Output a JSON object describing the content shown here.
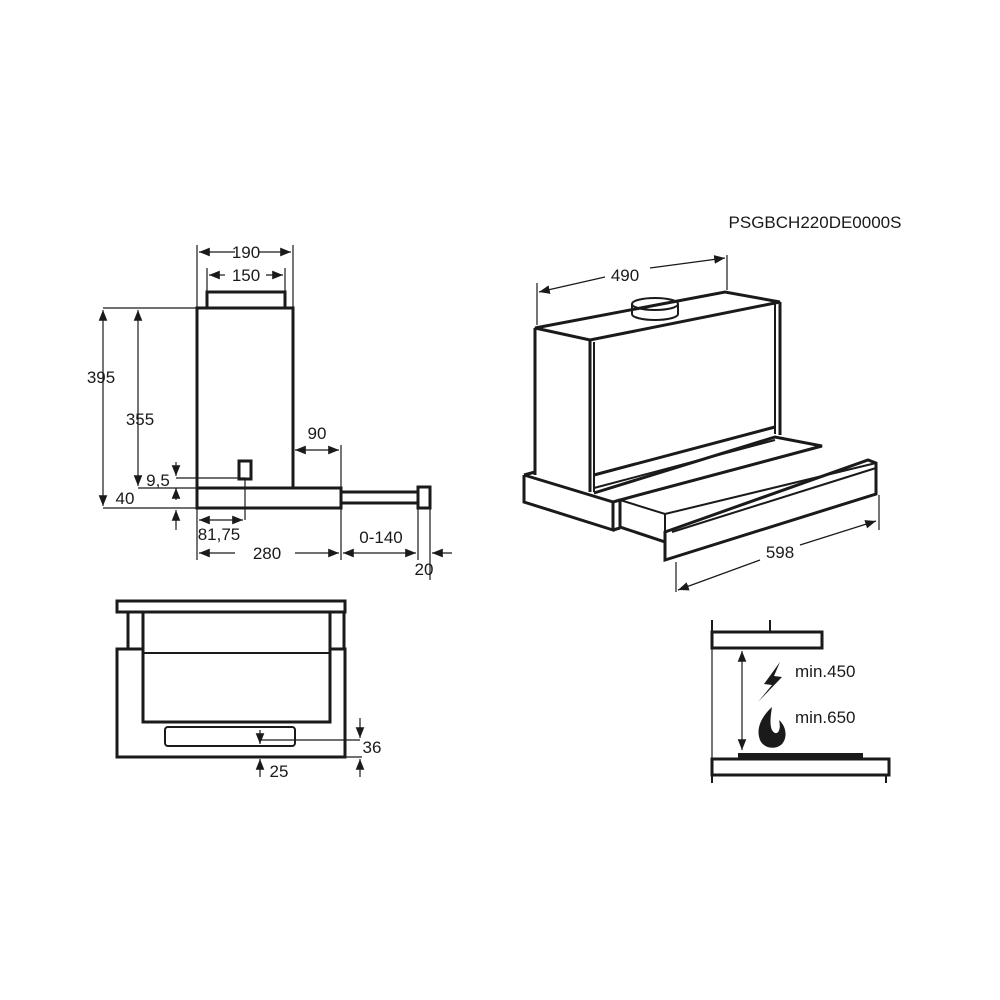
{
  "model_code": "PSGBCH220DE0000S",
  "side_view": {
    "width_total": "190",
    "duct_width": "150",
    "height_total": "395",
    "height_body": "355",
    "bottom_thickness": "40",
    "light_offset": "9,5",
    "light_position": "81,75",
    "depth": "280",
    "drawer_offset": "90",
    "drawer_extension": "0-140",
    "handle_depth": "20"
  },
  "front_view": {
    "light_height": "36",
    "light_bottom_offset": "25"
  },
  "perspective_view": {
    "depth": "490",
    "width": "598"
  },
  "clearance": {
    "electric_label": "min.450",
    "gas_label": "min.650"
  }
}
